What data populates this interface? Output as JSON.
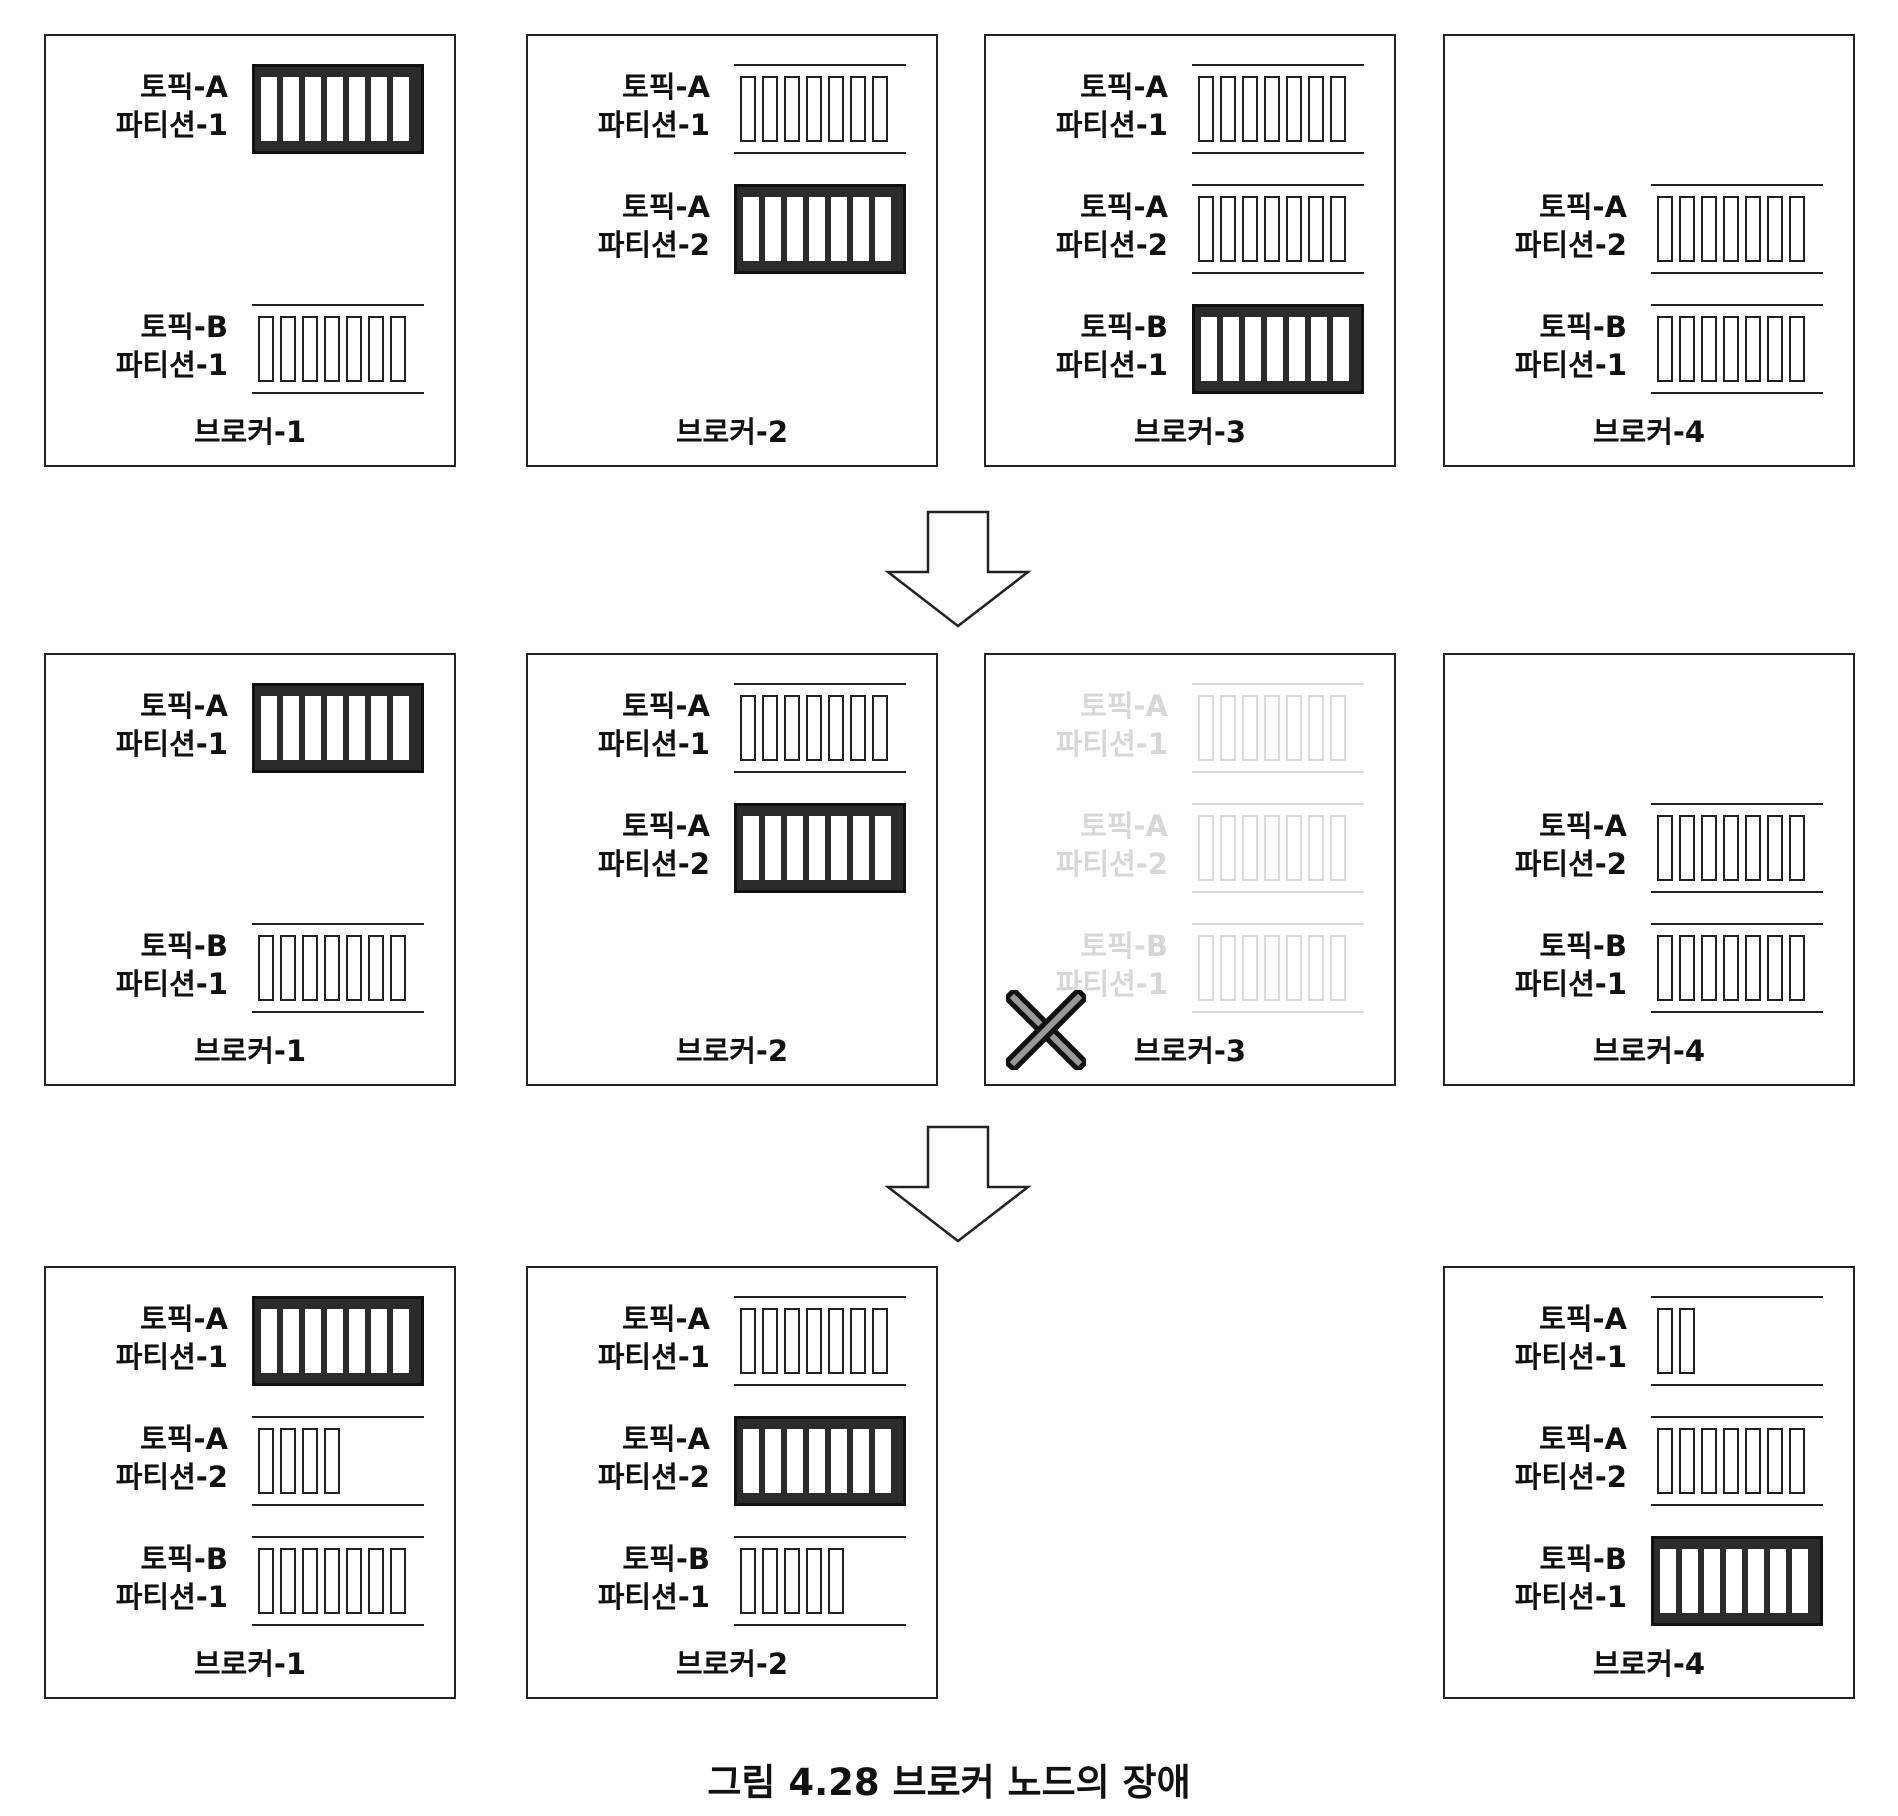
{
  "caption": "그림 4.28 브로커 노드의 장애",
  "rows": [
    {
      "brokers": [
        {
          "name": "브로커-1",
          "col": 0,
          "failed": false,
          "partitions": [
            {
              "topic": "토픽-A",
              "partition": "파티션-1",
              "slot": 0,
              "leader": true,
              "fill": 1.0
            },
            {
              "topic": "토픽-B",
              "partition": "파티션-1",
              "slot": 2,
              "leader": false,
              "fill": 1.0
            }
          ]
        },
        {
          "name": "브로커-2",
          "col": 1,
          "failed": false,
          "partitions": [
            {
              "topic": "토픽-A",
              "partition": "파티션-1",
              "slot": 0,
              "leader": false,
              "fill": 1.0
            },
            {
              "topic": "토픽-A",
              "partition": "파티션-2",
              "slot": 1,
              "leader": true,
              "fill": 1.0
            }
          ]
        },
        {
          "name": "브로커-3",
          "col": 2,
          "failed": false,
          "partitions": [
            {
              "topic": "토픽-A",
              "partition": "파티션-1",
              "slot": 0,
              "leader": false,
              "fill": 1.0
            },
            {
              "topic": "토픽-A",
              "partition": "파티션-2",
              "slot": 1,
              "leader": false,
              "fill": 1.0
            },
            {
              "topic": "토픽-B",
              "partition": "파티션-1",
              "slot": 2,
              "leader": true,
              "fill": 1.0
            }
          ]
        },
        {
          "name": "브로커-4",
          "col": 3,
          "failed": false,
          "partitions": [
            {
              "topic": "토픽-A",
              "partition": "파티션-2",
              "slot": 1,
              "leader": false,
              "fill": 1.0
            },
            {
              "topic": "토픽-B",
              "partition": "파티션-1",
              "slot": 2,
              "leader": false,
              "fill": 1.0
            }
          ]
        }
      ]
    },
    {
      "brokers": [
        {
          "name": "브로커-1",
          "col": 0,
          "failed": false,
          "partitions": [
            {
              "topic": "토픽-A",
              "partition": "파티션-1",
              "slot": 0,
              "leader": true,
              "fill": 1.0
            },
            {
              "topic": "토픽-B",
              "partition": "파티션-1",
              "slot": 2,
              "leader": false,
              "fill": 1.0
            }
          ]
        },
        {
          "name": "브로커-2",
          "col": 1,
          "failed": false,
          "partitions": [
            {
              "topic": "토픽-A",
              "partition": "파티션-1",
              "slot": 0,
              "leader": false,
              "fill": 1.0
            },
            {
              "topic": "토픽-A",
              "partition": "파티션-2",
              "slot": 1,
              "leader": true,
              "fill": 1.0
            }
          ]
        },
        {
          "name": "브로커-3",
          "col": 2,
          "failed": true,
          "partitions": [
            {
              "topic": "토픽-A",
              "partition": "파티션-1",
              "slot": 0,
              "leader": false,
              "fill": 1.0
            },
            {
              "topic": "토픽-A",
              "partition": "파티션-2",
              "slot": 1,
              "leader": false,
              "fill": 1.0
            },
            {
              "topic": "토픽-B",
              "partition": "파티션-1",
              "slot": 2,
              "leader": false,
              "fill": 1.0
            }
          ]
        },
        {
          "name": "브로커-4",
          "col": 3,
          "failed": false,
          "partitions": [
            {
              "topic": "토픽-A",
              "partition": "파티션-2",
              "slot": 1,
              "leader": false,
              "fill": 1.0
            },
            {
              "topic": "토픽-B",
              "partition": "파티션-1",
              "slot": 2,
              "leader": false,
              "fill": 1.0
            }
          ]
        }
      ]
    },
    {
      "brokers": [
        {
          "name": "브로커-1",
          "col": 0,
          "failed": false,
          "partitions": [
            {
              "topic": "토픽-A",
              "partition": "파티션-1",
              "slot": 0,
              "leader": true,
              "fill": 1.0
            },
            {
              "topic": "토픽-A",
              "partition": "파티션-2",
              "slot": 1,
              "leader": false,
              "fill": 0.57
            },
            {
              "topic": "토픽-B",
              "partition": "파티션-1",
              "slot": 2,
              "leader": false,
              "fill": 1.0
            }
          ]
        },
        {
          "name": "브로커-2",
          "col": 1,
          "failed": false,
          "partitions": [
            {
              "topic": "토픽-A",
              "partition": "파티션-1",
              "slot": 0,
              "leader": false,
              "fill": 1.0
            },
            {
              "topic": "토픽-A",
              "partition": "파티션-2",
              "slot": 1,
              "leader": true,
              "fill": 1.0
            },
            {
              "topic": "토픽-B",
              "partition": "파티션-1",
              "slot": 2,
              "leader": false,
              "fill": 0.71
            }
          ]
        },
        {
          "name": "브로커-4",
          "col": 3,
          "failed": false,
          "partitions": [
            {
              "topic": "토픽-A",
              "partition": "파티션-1",
              "slot": 0,
              "leader": false,
              "fill": 0.29
            },
            {
              "topic": "토픽-A",
              "partition": "파티션-2",
              "slot": 1,
              "leader": false,
              "fill": 1.0
            },
            {
              "topic": "토픽-B",
              "partition": "파티션-1",
              "slot": 2,
              "leader": true,
              "fill": 1.0
            }
          ]
        }
      ]
    }
  ],
  "colors": {
    "border": "#222222",
    "leader_fill": "#2b2b2b",
    "background": "#ffffff"
  },
  "icons": {
    "transition": "down-arrow-icon",
    "failure": "cross-mark-icon"
  }
}
